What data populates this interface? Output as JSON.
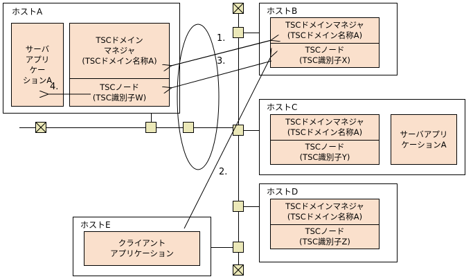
{
  "diagram": {
    "title": "TSC domain configuration diagram",
    "colors": {
      "component_fill": "#fae0cc",
      "tap_fill": "#ebe8b8",
      "line": "#000000",
      "background": "#ffffff"
    }
  },
  "hosts": {
    "a": {
      "label": "ホストA",
      "server_app": {
        "lines": [
          "サーバ",
          "アプリ",
          "ケー",
          "ションA"
        ]
      },
      "manager": {
        "lines": [
          "TSCドメイン",
          "マネジャ",
          "(TSCドメイン名称A)"
        ]
      },
      "node": {
        "lines": [
          "TSCノード",
          "(TSC識別子W)"
        ]
      }
    },
    "b": {
      "label": "ホストB",
      "manager": {
        "lines": [
          "TSCドメインマネジャ",
          "(TSCドメイン名称A)"
        ]
      },
      "node": {
        "lines": [
          "TSCノード",
          "(TSC識別子X)"
        ]
      }
    },
    "c": {
      "label": "ホストC",
      "manager": {
        "lines": [
          "TSCドメインマネジャ",
          "(TSCドメイン名称A)"
        ]
      },
      "node": {
        "lines": [
          "TSCノード",
          "(TSC識別子Y)"
        ]
      },
      "server_app": {
        "lines": [
          "サーバアプリ",
          "ケーションA"
        ]
      }
    },
    "d": {
      "label": "ホストD",
      "manager": {
        "lines": [
          "TSCドメインマネジャ",
          "(TSCドメイン名称A)"
        ]
      },
      "node": {
        "lines": [
          "TSCノード",
          "(TSC識別子Z)"
        ]
      }
    },
    "e": {
      "label": "ホストE",
      "client_app": {
        "lines": [
          "クライアント",
          "アプリケーション"
        ]
      }
    }
  },
  "steps": [
    {
      "id": "step-1",
      "label": "1."
    },
    {
      "id": "step-2",
      "label": "2."
    },
    {
      "id": "step-3",
      "label": "3."
    },
    {
      "id": "step-4",
      "label": "4."
    }
  ]
}
